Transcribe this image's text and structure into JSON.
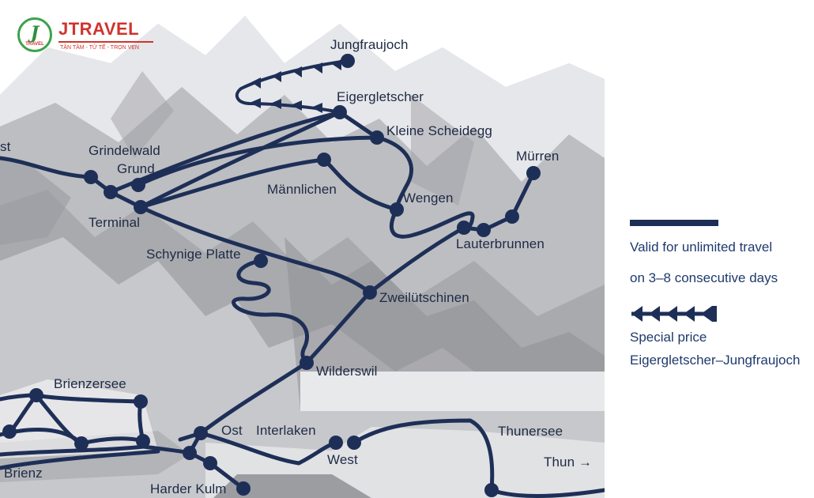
{
  "logo": {
    "mark": "J",
    "badge_sub": "TRAVEL",
    "name": "JTRAVEL",
    "tagline": "TẬN TÂM - TỬ TẾ - TRỌN VẸN"
  },
  "colors": {
    "route": "#1e2f57",
    "mountain_light": "#e9eaec",
    "mountain_mid": "#b7b8bc",
    "mountain_dark": "#8f9095",
    "logo_green": "#3aa24b",
    "logo_red": "#d0342c",
    "legend_text": "#1e3a6e"
  },
  "stations": {
    "jungfraujoch": "Jungfraujoch",
    "eigergletscher": "Eigergletscher",
    "kleine_scheidegg": "Kleine Scheidegg",
    "grindelwald": "Grindelwald",
    "grund": "Grund",
    "terminal": "Terminal",
    "maennlichen": "Männlichen",
    "wengen": "Wengen",
    "muerren": "Mürren",
    "lauterbrunnen": "Lauterbrunnen",
    "schynige_platte": "Schynige Platte",
    "zweiluetschinen": "Zweilütschinen",
    "wilderswil": "Wilderswil",
    "brienzersee": "Brienzersee",
    "brienz": "Brienz",
    "ost": "Ost",
    "interlaken": "Interlaken",
    "west": "West",
    "harder_kulm": "Harder Kulm",
    "thunersee": "Thunersee",
    "thun": "Thun →",
    "cut_off": "st"
  },
  "legend": {
    "unlimited": {
      "line1": "Valid for unlimited travel",
      "line2": "on 3–8 consecutive days"
    },
    "special": {
      "line1": "Special price",
      "line2": "Eigergletscher–Jungfraujoch"
    }
  }
}
